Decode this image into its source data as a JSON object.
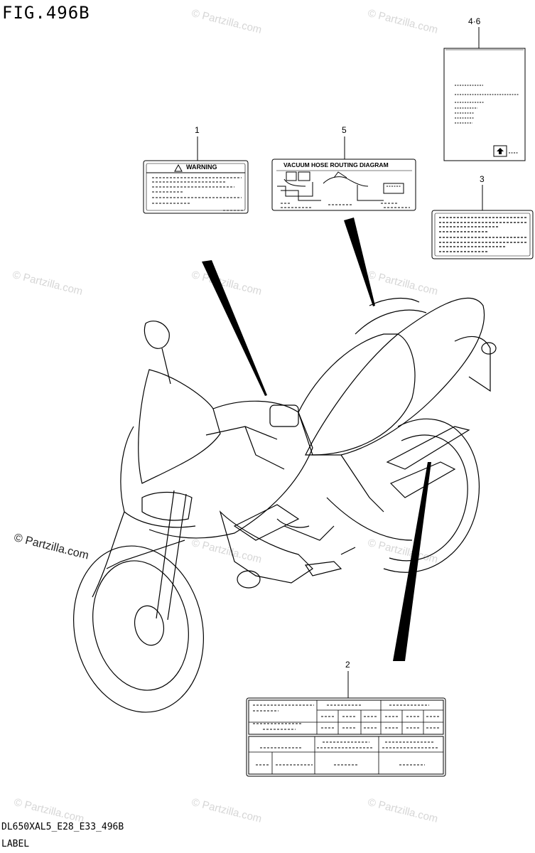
{
  "figure": {
    "title": "FIG.496B",
    "footer_code": "DL650XAL5_E28_E33_496B",
    "footer_label": "LABEL"
  },
  "callouts": {
    "c1": "1",
    "c2": "2",
    "c3": "3",
    "c46": "4·6",
    "c5": "5"
  },
  "labels": {
    "warning_title": "WARNING",
    "vacuum_title": "VACUUM HOSE ROUTING DIAGRAM"
  },
  "watermark": {
    "text": "© Partzilla.com"
  }
}
